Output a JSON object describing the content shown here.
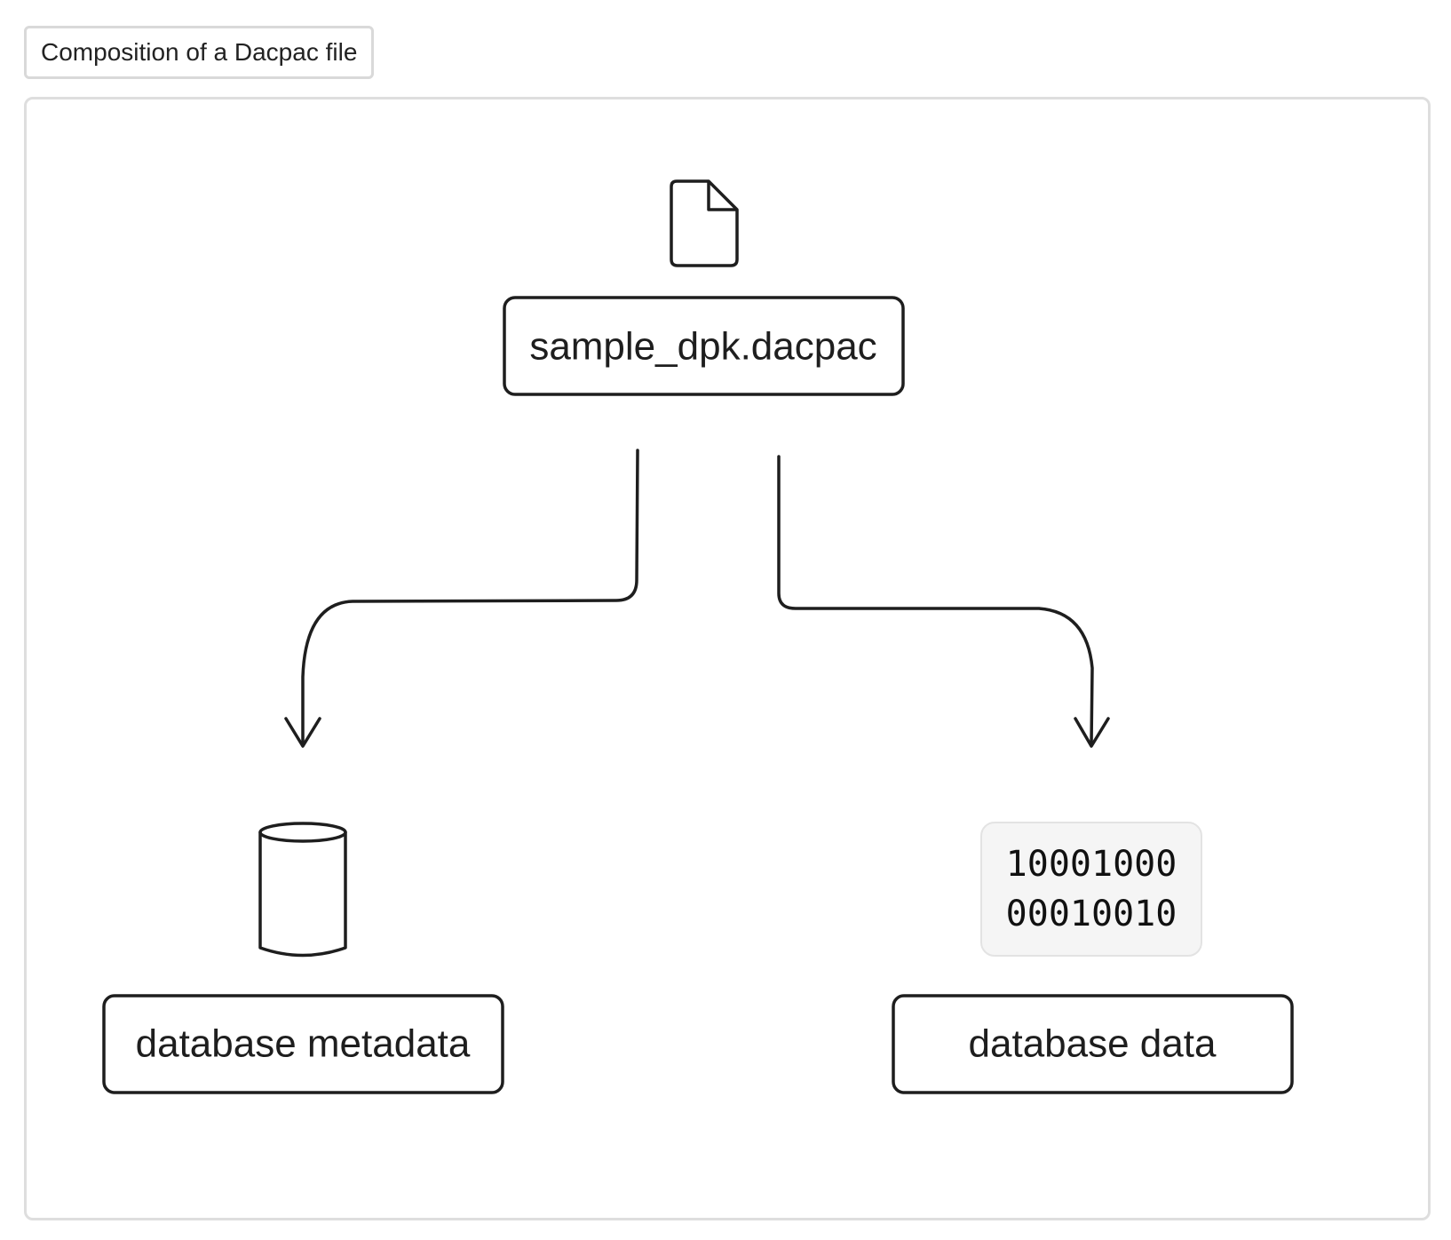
{
  "caption": "Composition of a Dacpac file",
  "nodes": {
    "root": {
      "label": "sample_dpk.dacpac",
      "icon": "file-icon"
    },
    "left": {
      "label": "database metadata",
      "icon": "database-cylinder-icon"
    },
    "right": {
      "label": "database data",
      "binary_lines": [
        "10001000",
        "00010010"
      ]
    }
  },
  "edges": [
    {
      "from": "root",
      "to": "left"
    },
    {
      "from": "root",
      "to": "right"
    }
  ],
  "colors": {
    "stroke": "#1e1e1e",
    "frame_border": "#dedede",
    "binary_bg": "#f5f5f5"
  }
}
